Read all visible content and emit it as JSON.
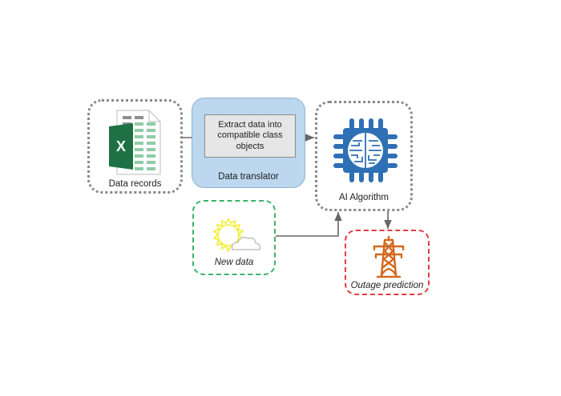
{
  "nodes": {
    "data_records": {
      "label": "Data records",
      "icon": "excel-spreadsheet-icon"
    },
    "data_translator": {
      "label": "Data translator",
      "inner_text": "Extract data into compatible class objects"
    },
    "ai_algorithm": {
      "label": "AI Algorithm",
      "icon": "ai-chip-brain-icon"
    },
    "new_data": {
      "label": "New data",
      "icon": "sun-cloud-weather-icon"
    },
    "outage_prediction": {
      "label": "Outage prediction",
      "icon": "power-transmission-tower-icon"
    }
  },
  "colors": {
    "excel_green": "#1e7145",
    "sheet_green": "#8fcca6",
    "chip_blue": "#2f6fb5",
    "translator_fill": "#bcd7ee",
    "new_data_border": "#3cb36a",
    "outage_border": "#e03c3c",
    "tower_orange": "#d2691e",
    "sun_yellow": "#f2ee2e",
    "arrow_gray": "#666666"
  }
}
